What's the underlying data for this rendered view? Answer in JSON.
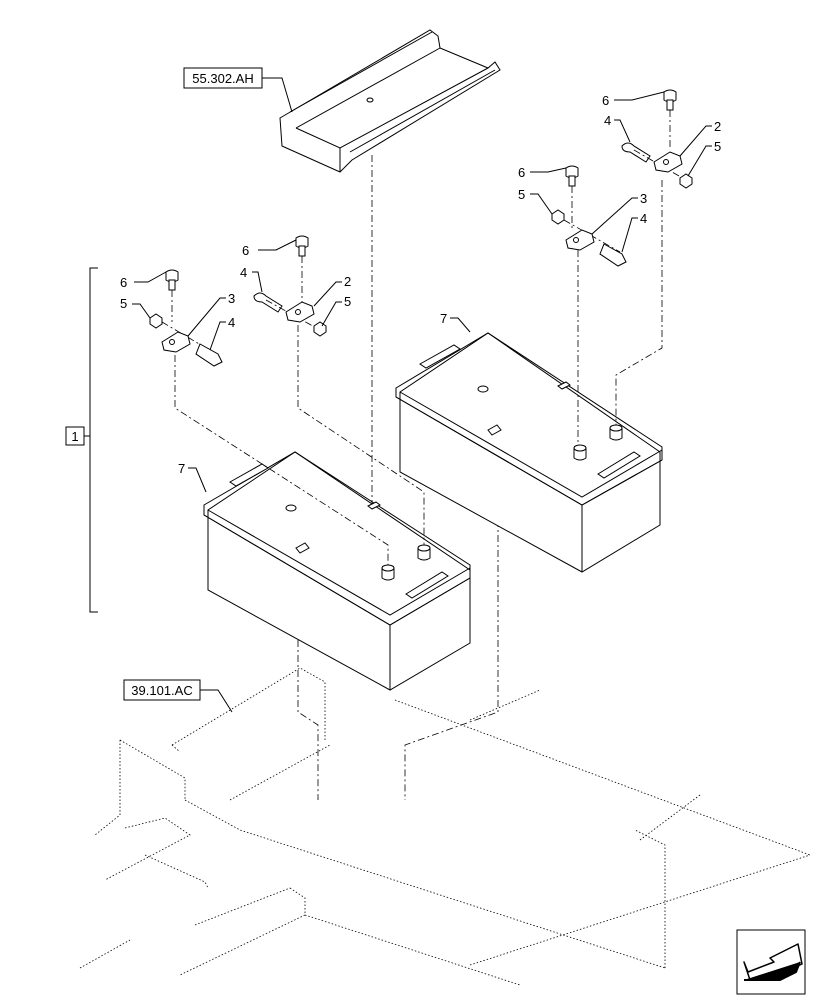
{
  "refs": {
    "top_ref": "55.302.AH",
    "bottom_ref": "39.101.AC",
    "assembly": "1"
  },
  "callouts": {
    "c2": "2",
    "c3": "3",
    "c4": "4",
    "c5": "5",
    "c6": "6",
    "c7": "7"
  },
  "icons": {
    "nav": "arrow-icon"
  }
}
